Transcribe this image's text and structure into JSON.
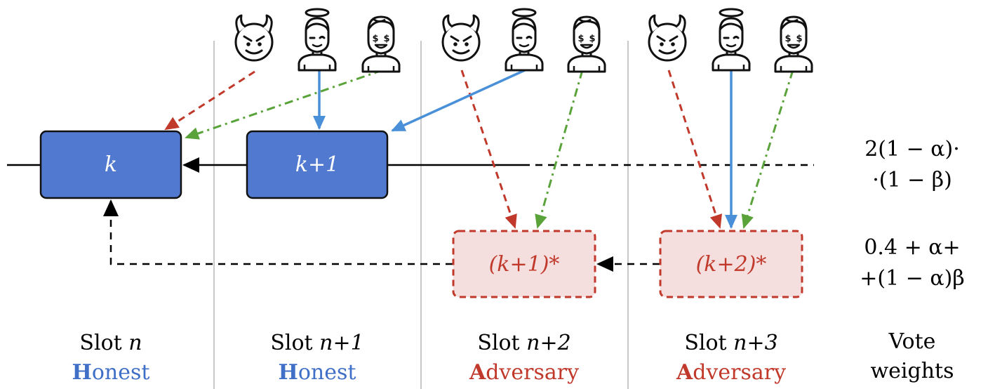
{
  "colors": {
    "honest_fill": "#5179cf",
    "honest_stroke": "#111111",
    "adv_fill": "#f4dede",
    "adv_stroke": "#c0392b",
    "adv_text": "#c0392b",
    "honest_text": "#3f6fc6",
    "arrow_blue": "#4a90d9",
    "arrow_red": "#c0392b",
    "arrow_green": "#5aa33a",
    "divider": "#c8c8c8"
  },
  "blocks": {
    "k": "k",
    "k1": "k+1",
    "k1_adv": "(k+1)*",
    "k2_adv": "(k+2)*"
  },
  "slots": [
    {
      "label_prefix": "Slot ",
      "label_var": "n",
      "type_initial": "H",
      "type_rest": "onest",
      "kind": "honest"
    },
    {
      "label_prefix": "Slot ",
      "label_var": "n+1",
      "type_initial": "H",
      "type_rest": "onest",
      "kind": "honest"
    },
    {
      "label_prefix": "Slot ",
      "label_var": "n+2",
      "type_initial": "A",
      "type_rest": "dversary",
      "kind": "adversary"
    },
    {
      "label_prefix": "Slot ",
      "label_var": "n+3",
      "type_initial": "A",
      "type_rest": "dversary",
      "kind": "adversary"
    }
  ],
  "vote_weights": {
    "title_line1": "Vote",
    "title_line2": "weights",
    "honest_chain_line1": "2(1 − α)·",
    "honest_chain_line2": "·(1 − β)",
    "adv_chain_line1": "0.4 + α+",
    "adv_chain_line2": "+(1 − α)β"
  },
  "icons": [
    "devil-icon",
    "angel-icon",
    "greedy-icon"
  ]
}
